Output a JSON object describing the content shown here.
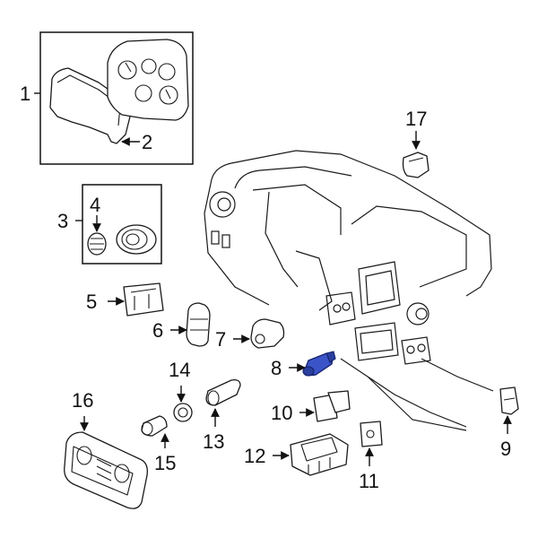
{
  "callouts": {
    "c1": "1",
    "c2": "2",
    "c3": "3",
    "c4": "4",
    "c5": "5",
    "c6": "6",
    "c7": "7",
    "c8": "8",
    "c9": "9",
    "c10": "10",
    "c11": "11",
    "c12": "12",
    "c13": "13",
    "c14": "14",
    "c15": "15",
    "c16": "16",
    "c17": "17"
  },
  "colors": {
    "highlight": "#3b55c8",
    "line": "#1a1a1a"
  }
}
